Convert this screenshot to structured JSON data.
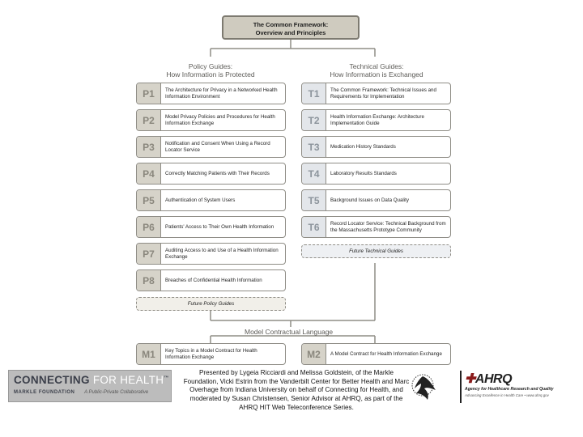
{
  "top_box": {
    "line1": "The Common Framework:",
    "line2": "Overview and Principles"
  },
  "policy_header": {
    "line1": "Policy Guides:",
    "line2": "How Information is Protected"
  },
  "technical_header": {
    "line1": "Technical Guides:",
    "line2": "How Information is Exchanged"
  },
  "policy_guides": [
    {
      "code": "P1",
      "text": "The Architecture for Privacy in a Networked Health Information Environment"
    },
    {
      "code": "P2",
      "text": "Model Privacy Policies and Procedures for Health Information Exchange"
    },
    {
      "code": "P3",
      "text": "Notification and Consent When Using a Record Locator Service"
    },
    {
      "code": "P4",
      "text": "Correctly Matching Patients with Their Records"
    },
    {
      "code": "P5",
      "text": "Authentication of System Users"
    },
    {
      "code": "P6",
      "text": "Patients' Access to Their Own Health Information"
    },
    {
      "code": "P7",
      "text": "Auditing Access to and Use of a Health Information Exchange"
    },
    {
      "code": "P8",
      "text": "Breaches of Confidential Health Information"
    }
  ],
  "policy_future": "Future Policy Guides",
  "technical_guides": [
    {
      "code": "T1",
      "text": "The Common Framework: Technical Issues and Requirements for Implementation"
    },
    {
      "code": "T2",
      "text": "Health Information Exchange: Architecture Implementation Guide"
    },
    {
      "code": "T3",
      "text": "Medication History Standards"
    },
    {
      "code": "T4",
      "text": "Laboratory Results Standards"
    },
    {
      "code": "T5",
      "text": "Background Issues on Data Quality"
    },
    {
      "code": "T6",
      "text": "Record Locator Service: Technical Background from the Massachusetts Prototype Community"
    }
  ],
  "technical_future": "Future Technical Guides",
  "model_contractual": {
    "label": "Model Contractual Language",
    "items": [
      {
        "code": "M1",
        "text": "Key Topics in a Model Contract for Health Information Exchange"
      },
      {
        "code": "M2",
        "text": "A Model Contract for Health Information Exchange"
      }
    ]
  },
  "caption": "Presented by Lygeia Ricciardi and Melissa Goldstein, of the Markle Foundation, Vicki Estrin from the Vanderbilt Center for Better Health and Marc Overhage from Indiana University on behalf of Connecting for Health, and moderated by Susan Christensen, Senior Advisor at AHRQ, as part of the AHRQ HIT Web Teleconference Series.",
  "logo_left": {
    "name_bold": "CONNECTING",
    "name_light": "FOR HEALTH",
    "tm": "™",
    "foundation": "MARKLE FOUNDATION",
    "collab": "A Public-Private Collaborative"
  },
  "logo_right": {
    "mark": "AHRQ",
    "full": "Agency for Healthcare Research and Quality",
    "tagline": "Advancing Excellence in Health Care • www.ahrq.gov"
  },
  "colors": {
    "policy_code_bg": "#d6d3c9",
    "technical_code_bg": "#e3e6ea",
    "border": "#8f8d86",
    "header_box": "#cfcbbf"
  }
}
